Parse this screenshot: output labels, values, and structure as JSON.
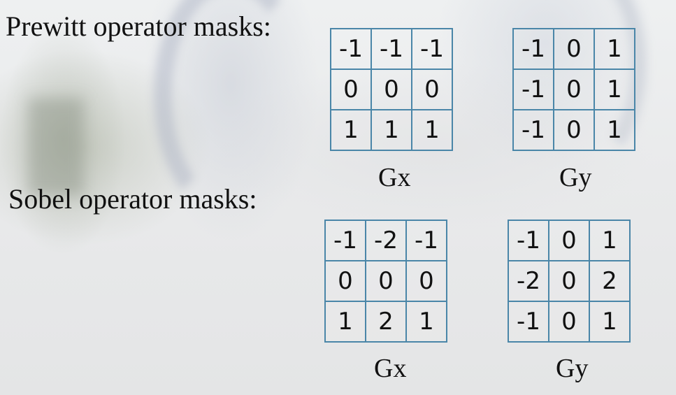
{
  "prewitt": {
    "title": "Prewitt operator masks:",
    "gx": {
      "label": "Gx",
      "rows": [
        [
          "-1",
          "-1",
          "-1"
        ],
        [
          "0",
          "0",
          "0"
        ],
        [
          "1",
          "1",
          "1"
        ]
      ]
    },
    "gy": {
      "label": "Gy",
      "rows": [
        [
          "-1",
          "0",
          "1"
        ],
        [
          "-1",
          "0",
          "1"
        ],
        [
          "-1",
          "0",
          "1"
        ]
      ]
    }
  },
  "sobel": {
    "title": "Sobel operator masks:",
    "gx": {
      "label": "Gx",
      "rows": [
        [
          "-1",
          "-2",
          "-1"
        ],
        [
          "0",
          "0",
          "0"
        ],
        [
          "1",
          "2",
          "1"
        ]
      ]
    },
    "gy": {
      "label": "Gy",
      "rows": [
        [
          "-1",
          "0",
          "1"
        ],
        [
          "-2",
          "0",
          "2"
        ],
        [
          "-1",
          "0",
          "1"
        ]
      ]
    }
  },
  "colors": {
    "grid_border": "#4a86a8",
    "text": "#111111"
  }
}
